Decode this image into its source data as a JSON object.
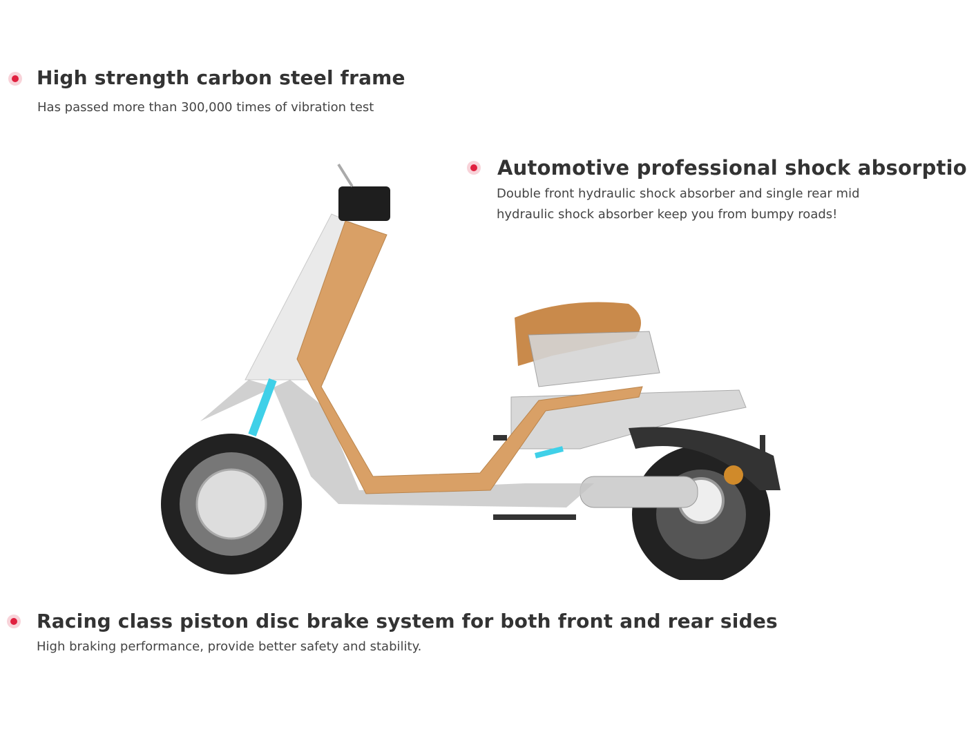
{
  "features": [
    {
      "title": "High strength carbon steel frame",
      "desc": [
        "Has passed more than 300,000 times of vibration test"
      ]
    },
    {
      "title": "Automotive professional shock absorption",
      "desc": [
        "Double front hydraulic shock absorber and single rear mid",
        "hydraulic shock absorber keep you from bumpy roads!"
      ]
    },
    {
      "title": "Racing class piston disc brake system for both front and rear sides",
      "desc": [
        "High braking performance, provide better safety and stability."
      ]
    }
  ],
  "colors": {
    "accent": "#e0203f",
    "frame": "#d9a066",
    "shock": "#3fd0e8"
  }
}
